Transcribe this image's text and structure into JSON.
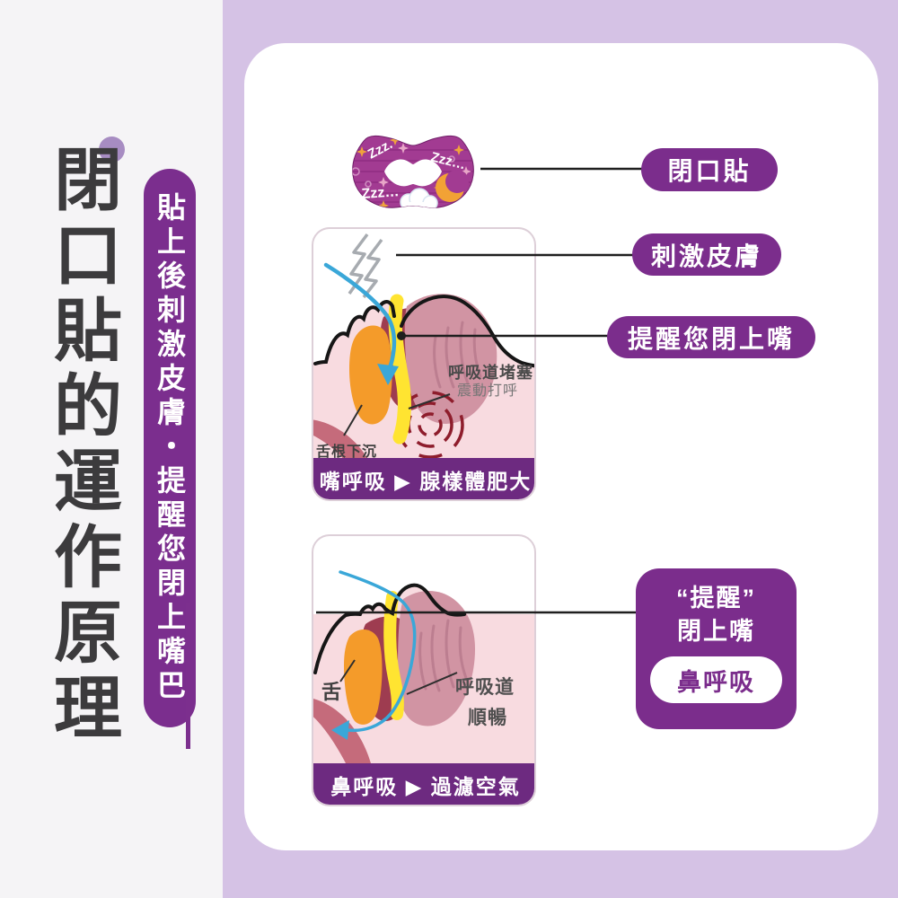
{
  "left_column": {
    "title_vertical": "閉口貼的運作原理",
    "banner_vertical": "貼上後刺激皮膚・提醒您閉上嘴巴"
  },
  "patch": {
    "zzz_top_left": "Zzz.",
    "zzz_right": "Zzz…",
    "zzz_bottom": "Zzz…"
  },
  "callouts": {
    "patch": "閉口貼",
    "stimulate_skin": "刺激皮膚",
    "remind_close_mouth": "提醒您閉上嘴"
  },
  "mouth_card": {
    "airway_blocked": "呼吸道堵塞",
    "vibration_snore": "震動打呼",
    "tongue_sinks": "舌根下沉",
    "caption": "嘴呼吸 ▶ 腺樣體肥大"
  },
  "nose_card": {
    "tongue": "舌",
    "airway_line1": "呼吸道",
    "airway_line2": "順暢",
    "caption": "鼻呼吸 ▶ 過濾空氣"
  },
  "result_box": {
    "line1": "“提醒”",
    "line2": "閉上嘴",
    "pill": "鼻呼吸"
  },
  "colors": {
    "lavender_bg": "#d5c2e5",
    "left_bg": "#f5f4f6",
    "purple_pill": "#7b2d8c",
    "banner_purple": "#7b2e8e",
    "caption_purple": "#6d2a80",
    "patch_purple": "#a23b92",
    "title_text": "#3c3b3d",
    "accent_blue": "#3aa7d8",
    "tongue_orange": "#f49b2a",
    "airway_yellow": "#ffe431",
    "skin_pink": "#f8dbe0",
    "deep_pink": "#d194a3",
    "dark_red": "#9e3c50",
    "vibration_red": "#8e1d2c"
  }
}
